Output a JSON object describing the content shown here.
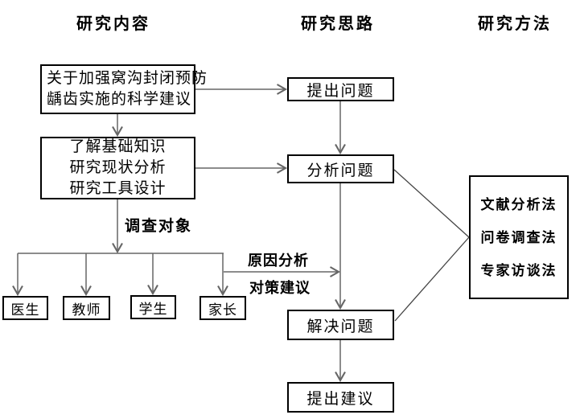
{
  "headers": {
    "content": "研究内容",
    "approach": "研究思路",
    "methods": "研究方法"
  },
  "research_content": {
    "proposal_box": [
      "关于加强窝沟封闭预防",
      "龋齿实施的科学建议"
    ],
    "foundation_box": [
      "了解基础知识",
      "研究现状分析",
      "研究工具设计"
    ],
    "survey_subjects_label": "调查对象",
    "subjects": [
      "医生",
      "教师",
      "学生",
      "家长"
    ]
  },
  "research_approach": {
    "steps": [
      "提出问题",
      "分析问题",
      "解决问题",
      "提出建议"
    ],
    "transition_labels": [
      "原因分析",
      "对策建议"
    ]
  },
  "research_methods": {
    "methods_box": [
      "文献分析法",
      "问卷调查法",
      "专家访谈法"
    ]
  },
  "colors": {
    "background": "#ffffff",
    "text": "#000000",
    "box_border": "#000000",
    "connector": "#666666",
    "diagonal": "#444444"
  }
}
